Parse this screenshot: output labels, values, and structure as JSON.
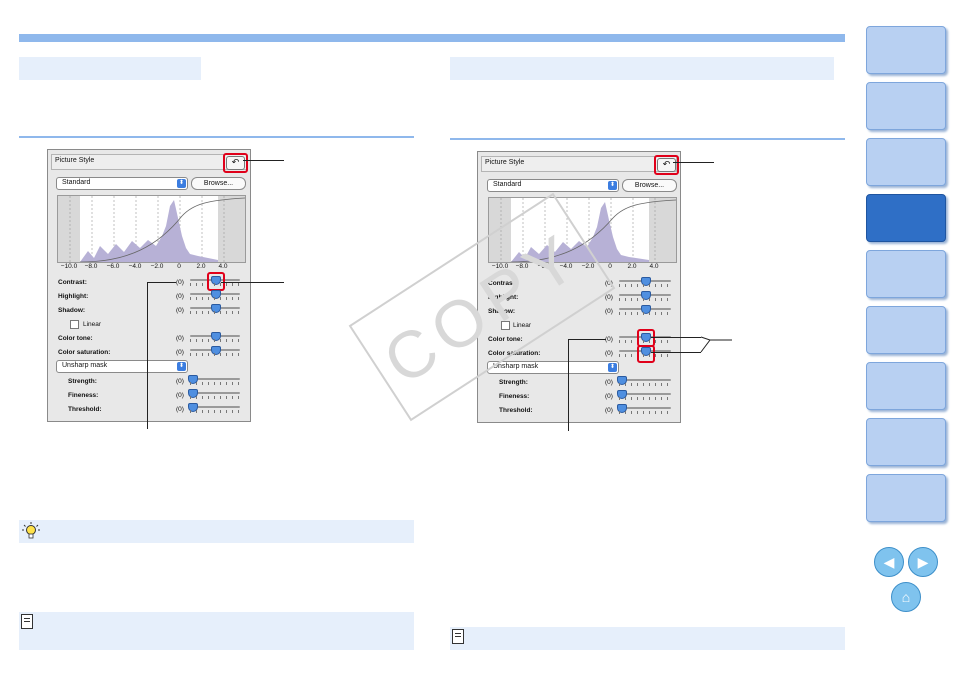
{
  "dialog_left": {
    "title": "Picture Style",
    "style_value": "Standard",
    "browse_label": "Browse...",
    "axis_ticks": [
      "−10.0",
      "−8.0",
      "−6.0",
      "−4.0",
      "−2.0",
      "0",
      "2.0",
      "4.0"
    ],
    "sliders": [
      {
        "label": "Contrast:",
        "value": "(0)"
      },
      {
        "label": "Highlight:",
        "value": "(0)"
      },
      {
        "label": "Shadow:",
        "value": "(0)"
      },
      {
        "label": "Color tone:",
        "value": "(0)"
      },
      {
        "label": "Color saturation:",
        "value": "(0)"
      }
    ],
    "linear_label": "Linear",
    "sharpen_mode": "Unsharp mask",
    "sharpen_sliders": [
      {
        "label": "Strength:",
        "value": "(0)"
      },
      {
        "label": "Fineness:",
        "value": "(0)"
      },
      {
        "label": "Threshold:",
        "value": "(0)"
      }
    ]
  },
  "dialog_right": {
    "title": "Picture Style",
    "style_value": "Standard",
    "browse_label": "Browse...",
    "axis_ticks": [
      "−10.0",
      "−8.0",
      "−6.0",
      "−4.0",
      "−2.0",
      "0",
      "2.0",
      "4.0"
    ],
    "sliders": [
      {
        "label": "Contrast:",
        "value": "(0)"
      },
      {
        "label": "Highlight:",
        "value": "(0)"
      },
      {
        "label": "Shadow:",
        "value": "(0)"
      },
      {
        "label": "Color tone:",
        "value": "(0)"
      },
      {
        "label": "Color saturation:",
        "value": "(0)"
      }
    ],
    "linear_label": "Linear",
    "sharpen_mode": "Unsharp mask",
    "sharpen_sliders": [
      {
        "label": "Strength:",
        "value": "(0)"
      },
      {
        "label": "Fineness:",
        "value": "(0)"
      },
      {
        "label": "Threshold:",
        "value": "(0)"
      }
    ]
  },
  "icons": {
    "undo": "↶",
    "select_arrows": "⬍",
    "prev": "◀",
    "next": "▶",
    "home": "⌂"
  },
  "watermark": "COPY",
  "colors": {
    "accent": "#8fb8ec",
    "panel": "#e6effb",
    "tab": "#b8d0f2",
    "tab_active": "#2f6fc6",
    "highlight_red": "#e0001a"
  }
}
